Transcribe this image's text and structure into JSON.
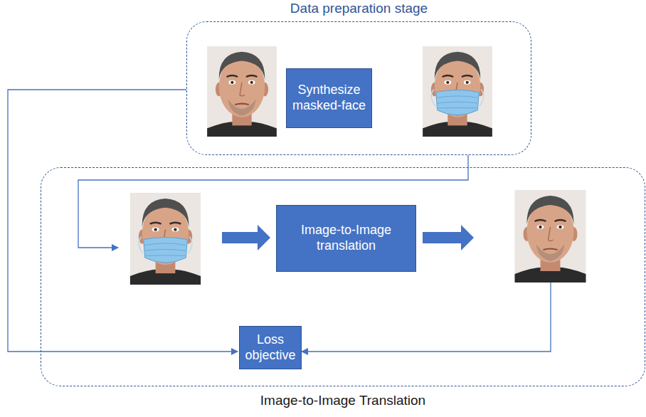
{
  "diagram": {
    "nodes": [
      {
        "text": [
          "Data preparation stage"
        ]
      },
      {
        "text": [
          "Synthesize masked-face"
        ],
        "in": 0
      },
      {
        "text": [
          "Image-to-Image Translation"
        ]
      },
      {
        "text": [
          "Image-to-Image translation"
        ],
        "in": 2
      },
      {
        "text": [
          "Loss objective"
        ],
        "in": 2
      }
    ]
  }
}
